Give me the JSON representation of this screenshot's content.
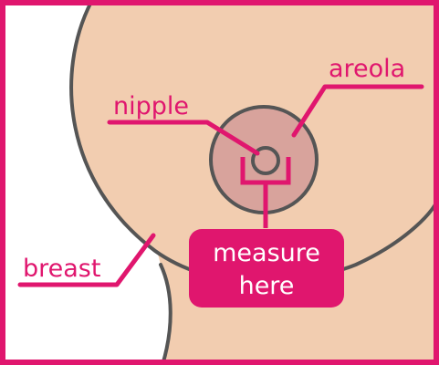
{
  "labels": {
    "areola": "areola",
    "nipple": "nipple",
    "breast": "breast",
    "measure_line1": "measure",
    "measure_line2": "here"
  },
  "colors": {
    "frame": "#e0166e",
    "skin": "#f2cdb0",
    "outline": "#555555",
    "areola": "#d8a39c",
    "label": "#e0166e",
    "badge": "#e0166e",
    "badge_text": "#ffffff",
    "background": "#ffffff"
  }
}
